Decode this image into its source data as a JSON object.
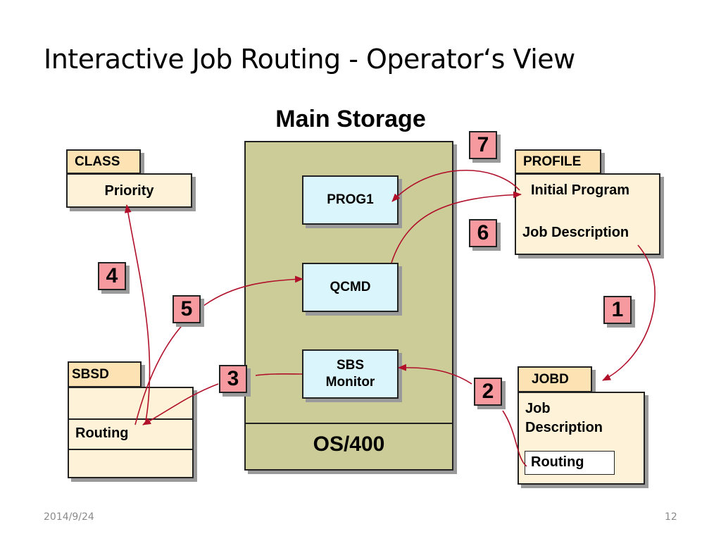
{
  "slide": {
    "title": "Interactive Job Routing - Operator‘s View",
    "date": "2014/9/24",
    "page_number": "12"
  },
  "diagram": {
    "main_storage": {
      "label": "Main Storage",
      "os_label": "OS/400",
      "prog1": "PROG1",
      "qcmd": "QCMD",
      "sbs_monitor_line1": "SBS",
      "sbs_monitor_line2": "Monitor"
    },
    "class": {
      "tab": "CLASS",
      "field": "Priority"
    },
    "profile": {
      "tab": "PROFILE",
      "field1": "Initial Program",
      "field2": "Job Description"
    },
    "sbsd": {
      "tab": "SBSD",
      "field": "Routing"
    },
    "jobd": {
      "tab": "JOBD",
      "line1": "Job",
      "line2": "Description",
      "routing": "Routing"
    },
    "steps": [
      "1",
      "2",
      "3",
      "4",
      "5",
      "6",
      "7"
    ],
    "colors": {
      "arrow": "#b0102a",
      "step_badge": "#f69aa0",
      "tab": "#fde3b4",
      "card": "#fef3d8",
      "program": "#daf5fb",
      "storage": "#cccc99"
    }
  }
}
